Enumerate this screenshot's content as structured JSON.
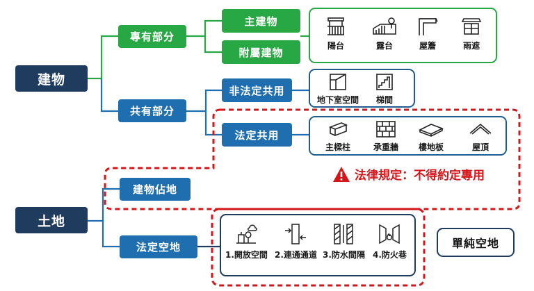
{
  "root_building": "建物",
  "root_land": "土地",
  "exclusive_part": "專有部分",
  "common_part": "共有部分",
  "main_building": "主建物",
  "annex_building": "附屬建物",
  "non_statutory_common": "非法定共用",
  "statutory_common": "法定共用",
  "building_site": "建物佔地",
  "statutory_open_space": "法定空地",
  "pure_open_space": "單純空地",
  "warning_text": "法律規定：不得約定專用",
  "annex_items": [
    {
      "label": "陽台",
      "icon": "balcony-icon"
    },
    {
      "label": "露台",
      "icon": "terrace-icon"
    },
    {
      "label": "屋簷",
      "icon": "eaves-icon"
    },
    {
      "label": "雨遮",
      "icon": "rain-shelter-icon"
    }
  ],
  "non_statutory_items": [
    {
      "label": "地下室空間",
      "icon": "basement-icon"
    },
    {
      "label": "梯間",
      "icon": "stairwell-icon"
    }
  ],
  "statutory_items": [
    {
      "label": "主樑柱",
      "icon": "beam-column-icon"
    },
    {
      "label": "承重牆",
      "icon": "load-bearing-wall-icon"
    },
    {
      "label": "樓地板",
      "icon": "floor-slab-icon"
    },
    {
      "label": "屋頂",
      "icon": "roof-icon"
    }
  ],
  "open_space_items": [
    {
      "label": "1.開放空間",
      "icon": "open-space-icon"
    },
    {
      "label": "2.連通通道",
      "icon": "passage-icon"
    },
    {
      "label": "3.防水間隔",
      "icon": "waterproof-gap-icon"
    },
    {
      "label": "4.防火巷",
      "icon": "fire-lane-icon"
    }
  ],
  "colors": {
    "navy": "#1f3c5e",
    "green": "#27a844",
    "blue": "#1f6fb0",
    "warning_red": "#d4161b"
  }
}
